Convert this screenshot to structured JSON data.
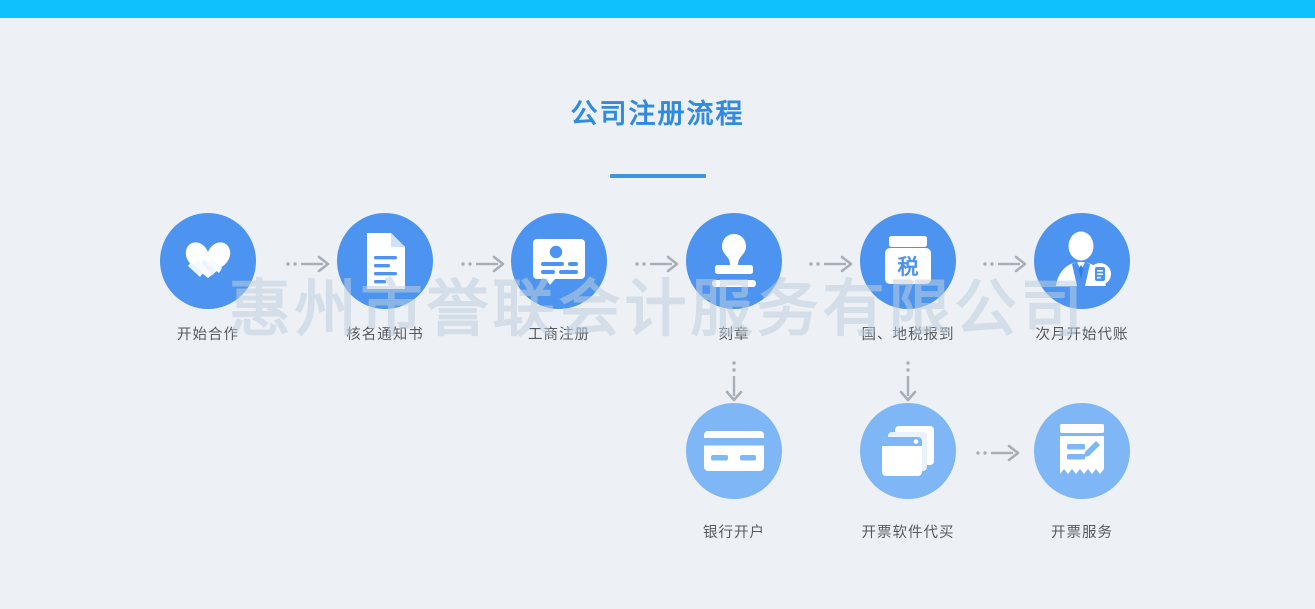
{
  "page": {
    "background_color": "#edf1f5",
    "top_bar_color": "#0fc1fd",
    "accent_color": "#3f93e3",
    "icon_color_primary": "#4d94f0",
    "icon_color_secondary": "#7eb6f6",
    "watermark": "惠州市誉联会计服务有限公司"
  },
  "header": {
    "title": "公司注册流程"
  },
  "flow": {
    "row1": [
      {
        "id": "start-cooperation",
        "label": "开始合作",
        "icon": "handshake-icon",
        "tone": "dark"
      },
      {
        "id": "name-approval",
        "label": "核名通知书",
        "icon": "document-icon",
        "tone": "dark"
      },
      {
        "id": "business-reg",
        "label": "工商注册",
        "icon": "license-card-icon",
        "tone": "dark"
      },
      {
        "id": "seal-carving",
        "label": "刻章",
        "icon": "stamp-icon",
        "tone": "dark"
      },
      {
        "id": "tax-registration",
        "label": "国、地税报到",
        "icon": "tax-box-icon",
        "tone": "dark"
      },
      {
        "id": "bookkeeping",
        "label": "次月开始代账",
        "icon": "accountant-icon",
        "tone": "dark"
      }
    ],
    "row2": [
      {
        "id": "bank-account",
        "label": "银行开户",
        "icon": "bank-card-icon",
        "tone": "light"
      },
      {
        "id": "invoice-software",
        "label": "开票软件代买",
        "icon": "software-box-icon",
        "tone": "light"
      },
      {
        "id": "invoice-service",
        "label": "开票服务",
        "icon": "receipt-edit-icon",
        "tone": "light"
      }
    ],
    "connectors": {
      "horizontal_icon": "dotted-arrow-right-icon",
      "vertical_icon": "dotted-arrow-down-icon",
      "color": "#a8aeb5"
    }
  }
}
